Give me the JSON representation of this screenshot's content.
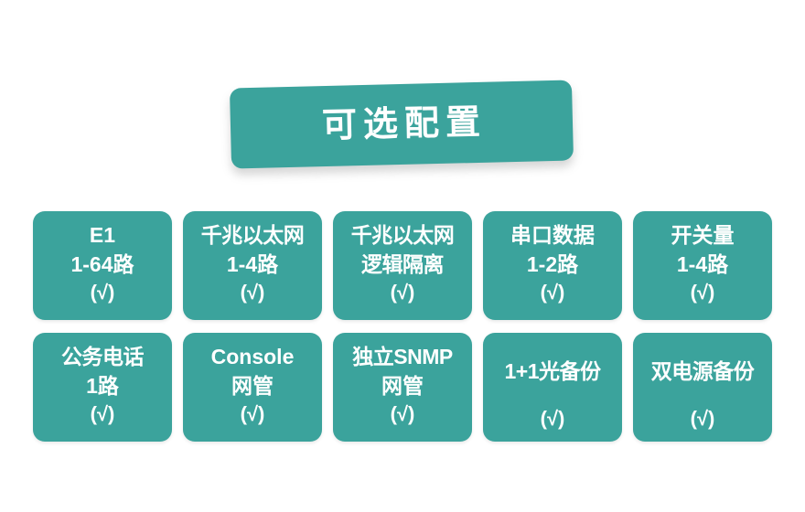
{
  "banner": {
    "title": "可选配置",
    "color": "#3ba39c"
  },
  "theme": {
    "accent": "#3ba39c",
    "text": "#ffffff",
    "background": "#ffffff"
  },
  "cards": [
    {
      "id": "e1",
      "line1": "E1",
      "line2": "1-64路",
      "check": "(√)"
    },
    {
      "id": "gigabit-ethernet",
      "line1": "千兆以太网",
      "line2": "1-4路",
      "check": "(√)"
    },
    {
      "id": "gigabit-ethernet-logical-isolation",
      "line1": "千兆以太网",
      "line2": "逻辑隔离",
      "check": "(√)"
    },
    {
      "id": "serial-data",
      "line1": "串口数据",
      "line2": "1-2路",
      "check": "(√)"
    },
    {
      "id": "switch-quantity",
      "line1": "开关量",
      "line2": "1-4路",
      "check": "(√)"
    },
    {
      "id": "service-telephone",
      "line1": "公务电话",
      "line2": "1路",
      "check": "(√)"
    },
    {
      "id": "console-management",
      "line1": "Console",
      "line2": "网管",
      "check": "(√)"
    },
    {
      "id": "independent-snmp",
      "line1": "独立SNMP",
      "line2": "网管",
      "check": "(√)"
    },
    {
      "id": "optical-backup",
      "line1": "1+1光备份",
      "line2": "",
      "check": "(√)"
    },
    {
      "id": "dual-power-backup",
      "line1": "双电源备份",
      "line2": "",
      "check": "(√)"
    }
  ]
}
